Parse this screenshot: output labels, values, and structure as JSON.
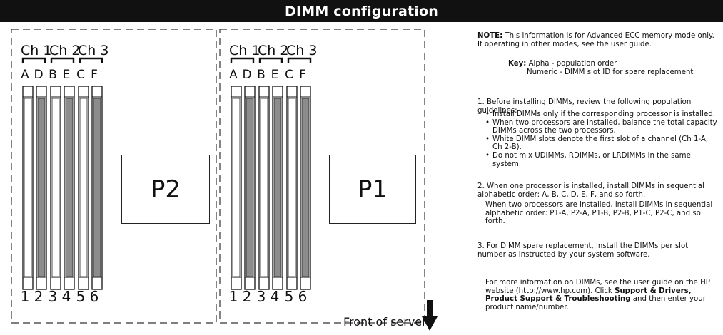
{
  "header": {
    "title": "DIMM configuration"
  },
  "panels": [
    {
      "cpu": "P2",
      "channels": [
        "Ch 1",
        "Ch 2",
        "Ch 3"
      ],
      "slot_letters": [
        "A",
        "D",
        "B",
        "E",
        "C",
        "F"
      ],
      "slot_numbers": [
        "1",
        "2",
        "3",
        "4",
        "5",
        "6"
      ]
    },
    {
      "cpu": "P1",
      "channels": [
        "Ch 1",
        "Ch 2",
        "Ch 3"
      ],
      "slot_letters": [
        "A",
        "D",
        "B",
        "E",
        "C",
        "F"
      ],
      "slot_numbers": [
        "1",
        "2",
        "3",
        "4",
        "5",
        "6"
      ]
    }
  ],
  "slot_colors": [
    "white",
    "gray",
    "white",
    "gray",
    "white",
    "gray"
  ],
  "colors": {
    "white_slot": "#ffffff",
    "gray_slot": "#8c8c8c",
    "header_bg": "#111111"
  },
  "front_label": "Front of server",
  "notes": {
    "note_label": "NOTE:",
    "note_text": " This information is for Advanced ECC memory mode only. If operating in other modes, see the user guide.",
    "key_label": "Key:",
    "key_alpha": " Alpha - population order",
    "key_numeric": "Numeric - DIMM slot ID for spare replacement",
    "item1_text": "1. Before installing DIMMs, review the following population guidelines:",
    "guidelines": [
      "Install DIMMs only if the corresponding processor is installed.",
      "When two processors are installed, balance the total capacity DIMMs across the two processors.",
      "White DIMM slots denote the first slot of a channel (Ch 1-A, Ch 2-B).",
      "Do not mix UDIMMs, RDIMMs, or LRDIMMs in the same system."
    ],
    "item2_text": "2. When one processor is installed, install DIMMs in sequential alphabetic order: A, B, C, D, E, F, and so forth.",
    "item2_text2": "When two processors are installed, install DIMMs in sequential alphabetic order: P1-A, P2-A, P1-B, P2-B, P1-C, P2-C, and so forth.",
    "item3_text": "3. For DIMM spare replacement, install the DIMMs per slot number as instructed by your system software.",
    "more_info_pre": "For more information on DIMMs, see the user guide on the HP website (http://www.hp.com). Click ",
    "more_info_bold": "Support & Drivers, Product Support & Troubleshooting",
    "more_info_post": " and then enter your product name/number."
  }
}
